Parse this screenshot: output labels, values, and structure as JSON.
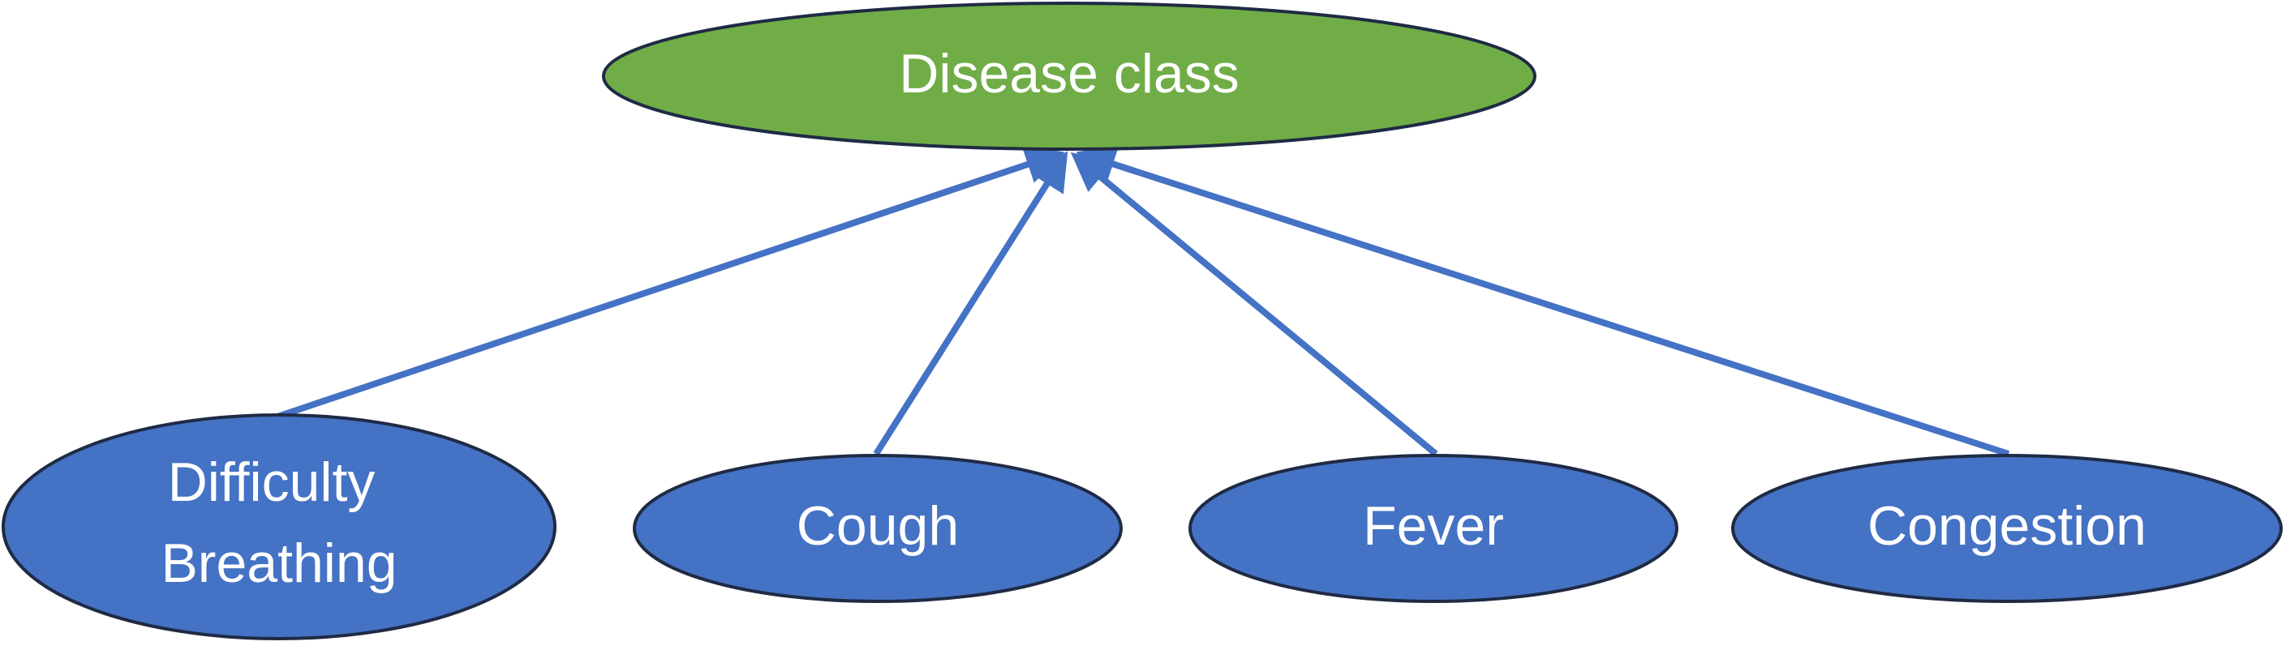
{
  "colors": {
    "root_fill": "#70ad47",
    "child_fill": "#4472c4",
    "outline": "#1f2a44",
    "arrow": "#4472c4",
    "label": "#ffffff"
  },
  "root": {
    "label": "Disease class"
  },
  "children": [
    {
      "id": "difficulty-breathing",
      "label_lines": [
        "Difficulty",
        "Breathing"
      ]
    },
    {
      "id": "cough",
      "label_lines": [
        "Cough"
      ]
    },
    {
      "id": "fever",
      "label_lines": [
        "Fever"
      ]
    },
    {
      "id": "congestion",
      "label_lines": [
        "Congestion"
      ]
    }
  ],
  "edges": [
    {
      "from": "difficulty-breathing",
      "to": "root"
    },
    {
      "from": "cough",
      "to": "root"
    },
    {
      "from": "fever",
      "to": "root"
    },
    {
      "from": "congestion",
      "to": "root"
    }
  ]
}
